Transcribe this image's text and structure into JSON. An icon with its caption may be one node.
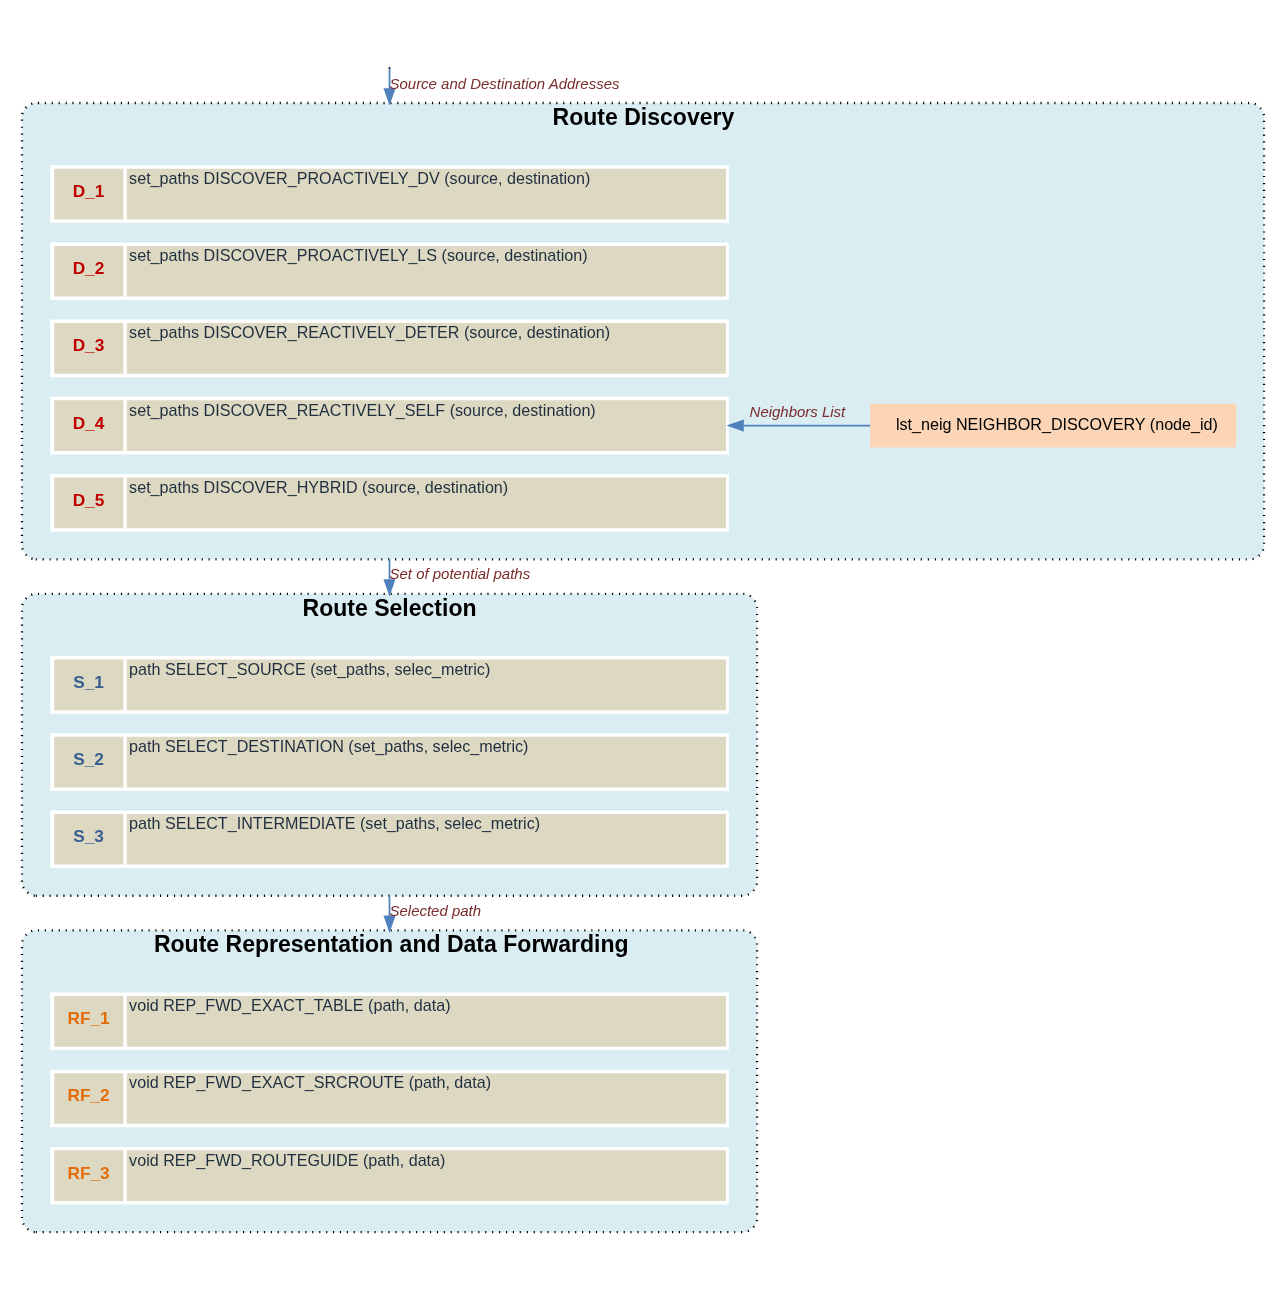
{
  "diagram": {
    "nodes": [
      {
        "text": [
          "Route Discovery"
        ]
      },
      {
        "text": [
          "D_1",
          "set_paths DISCOVER_PROACTIVELY_DV (source, destination)"
        ],
        "in": 0
      },
      {
        "text": [
          "D_2",
          "set_paths DISCOVER_PROACTIVELY_LS (source, destination)"
        ],
        "in": 0
      },
      {
        "text": [
          "D_3",
          "set_paths DISCOVER_REACTIVELY_DETER (source, destination)"
        ],
        "in": 0
      },
      {
        "text": [
          "D_4",
          "set_paths DISCOVER_REACTIVELY_SELF (source, destination)"
        ],
        "in": 0
      },
      {
        "text": [
          "D_5",
          "set_paths DISCOVER_HYBRID (source, destination)"
        ],
        "in": 0
      },
      {
        "text": [
          "lst_neig NEIGHBOR_DISCOVERY (node_id)"
        ],
        "in": 0
      },
      {
        "text": [
          "Route Selection"
        ]
      },
      {
        "text": [
          "S_1",
          "path SELECT_SOURCE (set_paths, selec_metric)"
        ],
        "in": 7
      },
      {
        "text": [
          "S_2",
          "path SELECT_DESTINATION (set_paths, selec_metric)"
        ],
        "in": 7
      },
      {
        "text": [
          "S_3",
          "path SELECT_INTERMEDIATE (set_paths, selec_metric)"
        ],
        "in": 7
      },
      {
        "text": [
          "Route Representation and Data Forwarding"
        ]
      },
      {
        "text": [
          "RF_1",
          "void REP_FWD_EXACT_TABLE (path, data)"
        ],
        "in": 11
      },
      {
        "text": [
          "RF_2",
          "void REP_FWD_EXACT_SRCROUTE (path, data)"
        ],
        "in": 11
      },
      {
        "text": [
          "RF_3",
          "void REP_FWD_ROUTEGUIDE (path, data)"
        ],
        "in": 11
      }
    ],
    "edges": [
      {
        "from": null,
        "to": 0,
        "arrow": "to",
        "label": "Source and Destination Addresses"
      },
      {
        "from": 6,
        "to": 4,
        "arrow": "to",
        "label": "Neighbors List"
      },
      {
        "from": 0,
        "to": 7,
        "arrow": "to",
        "label": "Set of potential paths"
      },
      {
        "from": 7,
        "to": 11,
        "arrow": "to",
        "label": "Selected path"
      }
    ]
  }
}
